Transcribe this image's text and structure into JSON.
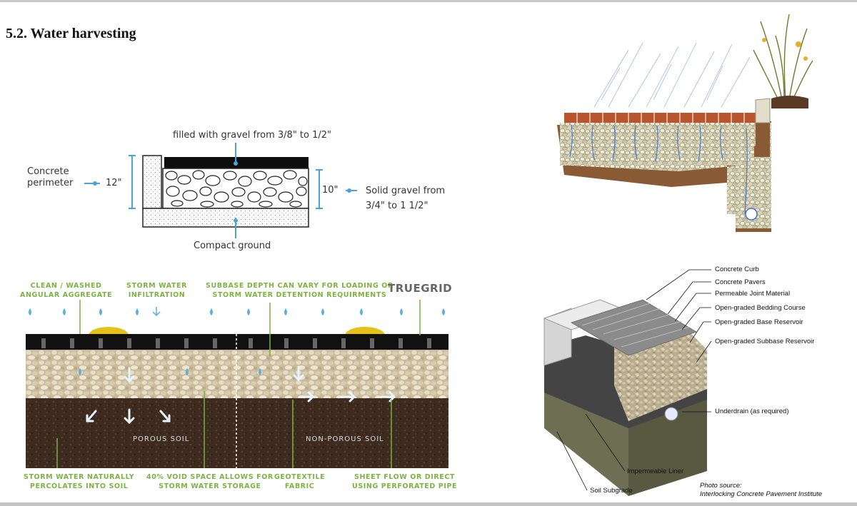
{
  "page": {
    "title": "5.2. Water harvesting"
  },
  "gravel_diagram": {
    "top_label": "filled with gravel from 3/8\" to  1/2\"",
    "left_label_line1": "Concrete",
    "left_label_line2": "perimeter",
    "left_dim": "12\"",
    "right_dim": "10\"",
    "right_label_line1": "Solid gravel from",
    "right_label_line2": "3/4\"  to  1  1/2\"",
    "bottom_label": "Compact ground"
  },
  "truegrid": {
    "logo": "TRUEGRID",
    "top_callouts": [
      {
        "line1": "CLEAN / WASHED",
        "line2": "ANGULAR AGGREGATE"
      },
      {
        "line1": "STORM WATER",
        "line2": "INFILTRATION"
      },
      {
        "line1": "SUBBASE DEPTH CAN VARY FOR LOADING OR",
        "line2": "STORM WATER DETENTION REQUIRMENTS"
      }
    ],
    "soil_labels": [
      "POROUS SOIL",
      "NON-POROUS SOIL"
    ],
    "bottom_callouts": [
      {
        "line1": "STORM WATER NATURALLY",
        "line2": "PERCOLATES INTO SOIL"
      },
      {
        "line1": "40% VOID SPACE ALLOWS FOR",
        "line2": "STORM WATER STORAGE"
      },
      {
        "line1": "GEOTEXTILE",
        "line2": "FABRIC"
      },
      {
        "line1": "SHEET FLOW OR DIRECT",
        "line2": "USING PERFORATED PIPE"
      }
    ],
    "colors": {
      "accent": "#7cb342",
      "water": "#5aaee0",
      "grid": "#111111"
    }
  },
  "paver_section": {
    "labels": [
      "Concrete Curb",
      "Concrete Pavers",
      "Permeable Joint Material",
      "Open-graded Bedding Course",
      "Open-graded Base Reservoir",
      "Open-graded Subbase Reservoir",
      "Underdrain (as required)",
      "Impermeable Liner",
      "Soil Subgrade"
    ],
    "photo_source_line1": "Photo source:",
    "photo_source_line2": "Interlocking Concrete Pavement Institute"
  }
}
